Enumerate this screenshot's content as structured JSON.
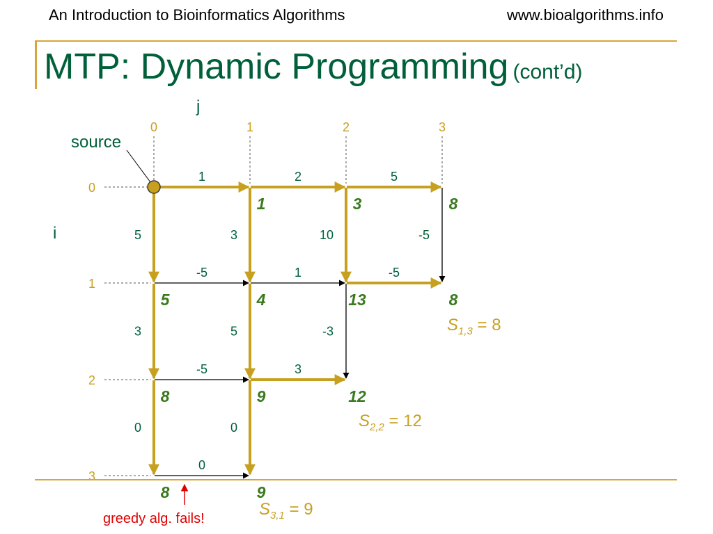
{
  "header": {
    "left": "An Introduction to Bioinformatics Algorithms",
    "right": "www.bioalgorithms.info"
  },
  "title": {
    "main": "MTP: Dynamic Programming",
    "sub": "(cont’d)"
  },
  "axes": {
    "col_label": "j",
    "row_label": "i",
    "source_label": "source",
    "col_indices": [
      "0",
      "1",
      "2",
      "3"
    ],
    "row_indices": [
      "0",
      "1",
      "2",
      "3"
    ]
  },
  "edges": {
    "right": [
      {
        "i": 0,
        "j": 0,
        "w": "1",
        "on_path": true
      },
      {
        "i": 0,
        "j": 1,
        "w": "2",
        "on_path": true
      },
      {
        "i": 0,
        "j": 2,
        "w": "5",
        "on_path": true
      },
      {
        "i": 1,
        "j": 0,
        "w": "-5",
        "on_path": false
      },
      {
        "i": 1,
        "j": 1,
        "w": "1",
        "on_path": false
      },
      {
        "i": 1,
        "j": 2,
        "w": "-5",
        "on_path": true
      },
      {
        "i": 2,
        "j": 0,
        "w": "-5",
        "on_path": false
      },
      {
        "i": 2,
        "j": 1,
        "w": "3",
        "on_path": true
      },
      {
        "i": 3,
        "j": 0,
        "w": "0",
        "on_path": false
      }
    ],
    "down": [
      {
        "i": 0,
        "j": 0,
        "w": "5",
        "on_path": true
      },
      {
        "i": 0,
        "j": 1,
        "w": "3",
        "on_path": true
      },
      {
        "i": 0,
        "j": 2,
        "w": "10",
        "on_path": true
      },
      {
        "i": 0,
        "j": 3,
        "w": "-5",
        "on_path": false
      },
      {
        "i": 1,
        "j": 0,
        "w": "3",
        "on_path": true
      },
      {
        "i": 1,
        "j": 1,
        "w": "5",
        "on_path": true
      },
      {
        "i": 1,
        "j": 2,
        "w": "-3",
        "on_path": false
      },
      {
        "i": 2,
        "j": 0,
        "w": "0",
        "on_path": true
      },
      {
        "i": 2,
        "j": 1,
        "w": "0",
        "on_path": true
      }
    ]
  },
  "scores": [
    {
      "i": 0,
      "j": 1,
      "v": "1"
    },
    {
      "i": 0,
      "j": 2,
      "v": "3"
    },
    {
      "i": 0,
      "j": 3,
      "v": "8"
    },
    {
      "i": 1,
      "j": 0,
      "v": "5"
    },
    {
      "i": 1,
      "j": 1,
      "v": "4"
    },
    {
      "i": 1,
      "j": 2,
      "v": "13"
    },
    {
      "i": 1,
      "j": 3,
      "v": "8"
    },
    {
      "i": 2,
      "j": 0,
      "v": "8"
    },
    {
      "i": 2,
      "j": 1,
      "v": "9"
    },
    {
      "i": 2,
      "j": 2,
      "v": "12"
    },
    {
      "i": 3,
      "j": 0,
      "v": "8"
    },
    {
      "i": 3,
      "j": 1,
      "v": "9"
    }
  ],
  "notes": {
    "s13": {
      "letter": "S",
      "sub": "1,3",
      "rest": " = 8"
    },
    "s22": {
      "letter": "S",
      "sub": "2,2",
      "rest": " = 12"
    },
    "s31": {
      "letter": "S",
      "sub": "3,1",
      "rest": " = 9"
    },
    "greedy": "greedy alg. fails!"
  },
  "colors": {
    "path": "#c8a020",
    "normal_edge": "#000000",
    "weight_text": "#00603a",
    "score_text": "#3a7a1e",
    "index_text": "#c8a020",
    "warn": "#e00000",
    "rule": "#d9a43b",
    "source_fill": "#c8a020"
  }
}
